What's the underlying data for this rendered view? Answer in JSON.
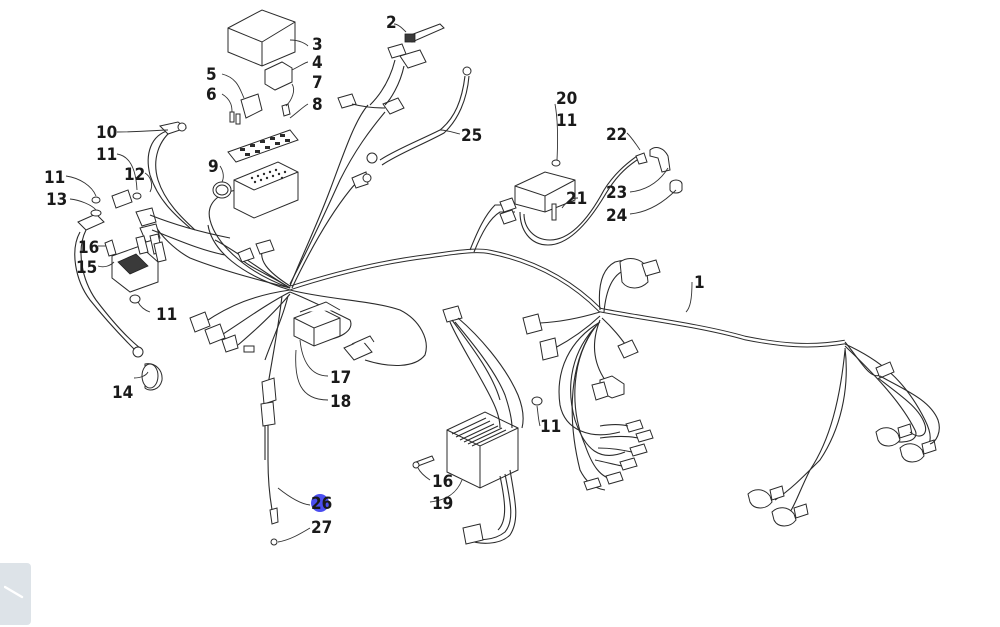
{
  "diagram": {
    "callouts": [
      "1",
      "2",
      "3",
      "4",
      "5",
      "6",
      "7",
      "8",
      "9",
      "10",
      "11",
      "11",
      "11",
      "11",
      "11",
      "12",
      "13",
      "14",
      "15",
      "16",
      "16",
      "17",
      "18",
      "19",
      "20",
      "21",
      "22",
      "23",
      "24",
      "25",
      "26",
      "27"
    ],
    "highlighted_callout": "26",
    "highlight_color": "#4b4ef0"
  },
  "icons": {
    "corner_nav": "diagonal-line-icon"
  }
}
